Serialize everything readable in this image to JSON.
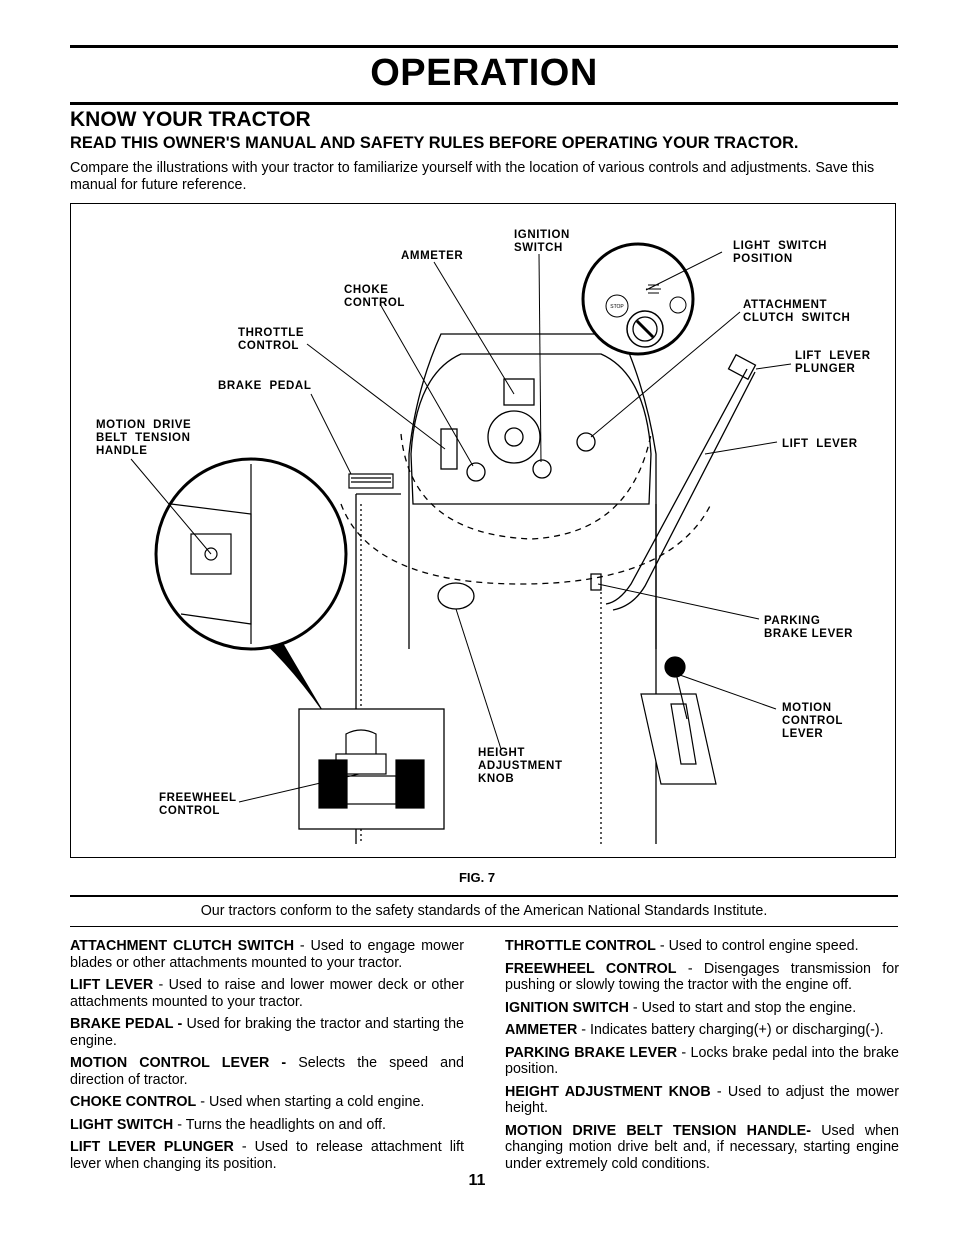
{
  "page": {
    "title": "OPERATION",
    "section_title": "KNOW YOUR TRACTOR",
    "subtitle": "READ THIS OWNER'S MANUAL AND SAFETY RULES BEFORE OPERATING YOUR TRACTOR.",
    "intro": "Compare the illustrations with your tractor to familiarize yourself with the location of various controls and adjustments. Save this manual for future reference.",
    "figure_caption": "FIG. 7",
    "standards_note": "Our tractors conform to the safety standards of the American National Standards Institute.",
    "page_number": "11"
  },
  "figure": {
    "labels": {
      "ammeter": "AMMETER",
      "ignition_switch": "IGNITION\nSWITCH",
      "light_switch_position": "LIGHT  SWITCH\nPOSITION",
      "choke_control": "CHOKE\nCONTROL",
      "attachment_clutch_switch": "ATTACHMENT\nCLUTCH  SWITCH",
      "throttle_control": "THROTTLE\nCONTROL",
      "lift_lever_plunger": "LIFT  LEVER\nPLUNGER",
      "brake_pedal": "BRAKE  PEDAL",
      "motion_drive_belt_tension_handle": "MOTION  DRIVE\nBELT  TENSION\nHANDLE",
      "lift_lever": "LIFT  LEVER",
      "parking_brake_lever": "PARKING\nBRAKE LEVER",
      "motion_control_lever": "MOTION\nCONTROL\nLEVER",
      "height_adjustment_knob": "HEIGHT\nADJUSTMENT\nKNOB",
      "freewheel_control": "FREEWHEEL\nCONTROL"
    },
    "dial_text": "STOP"
  },
  "descriptions": {
    "left": [
      {
        "term": "ATTACHMENT CLUTCH SWITCH",
        "text": " - Used to engage mower blades or other attachments mounted to your tractor."
      },
      {
        "term": "LIFT LEVER",
        "text": " - Used to raise and lower mower deck or other attachments mounted to your tractor."
      },
      {
        "term": "BRAKE PEDAL -",
        "text": " Used for braking the tractor and starting the engine."
      },
      {
        "term": "MOTION CONTROL LEVER -",
        "text": " Selects the speed and direction of tractor."
      },
      {
        "term": "CHOKE CONTROL",
        "text": " - Used when starting a cold engine."
      },
      {
        "term": "LIGHT SWITCH",
        "text": " - Turns  the headlights on and off."
      },
      {
        "term": "LIFT LEVER PLUNGER",
        "text": " - Used to release attachment lift lever when changing its position."
      }
    ],
    "right": [
      {
        "term": "THROTTLE CONTROL",
        "text": " -  Used to control engine speed."
      },
      {
        "term": "FREEWHEEL CONTROL",
        "text": " - Disengages transmission for pushing or slowly towing the tractor with the engine off."
      },
      {
        "term": "IGNITION SWITCH",
        "text": " -  Used to start and stop the engine."
      },
      {
        "term": "AMMETER",
        "text": " - Indicates battery charging(+) or discharging(-)."
      },
      {
        "term": "PARKING BRAKE LEVER",
        "text": " - Locks brake pedal into the brake position."
      },
      {
        "term": "HEIGHT ADJUSTMENT KNOB",
        "text": " - Used to adjust the mower height."
      },
      {
        "term": "MOTION DRIVE BELT TENSION HANDLE-",
        "text": " Used when changing motion drive belt and, if necessary, starting engine under extremely cold conditions."
      }
    ]
  }
}
